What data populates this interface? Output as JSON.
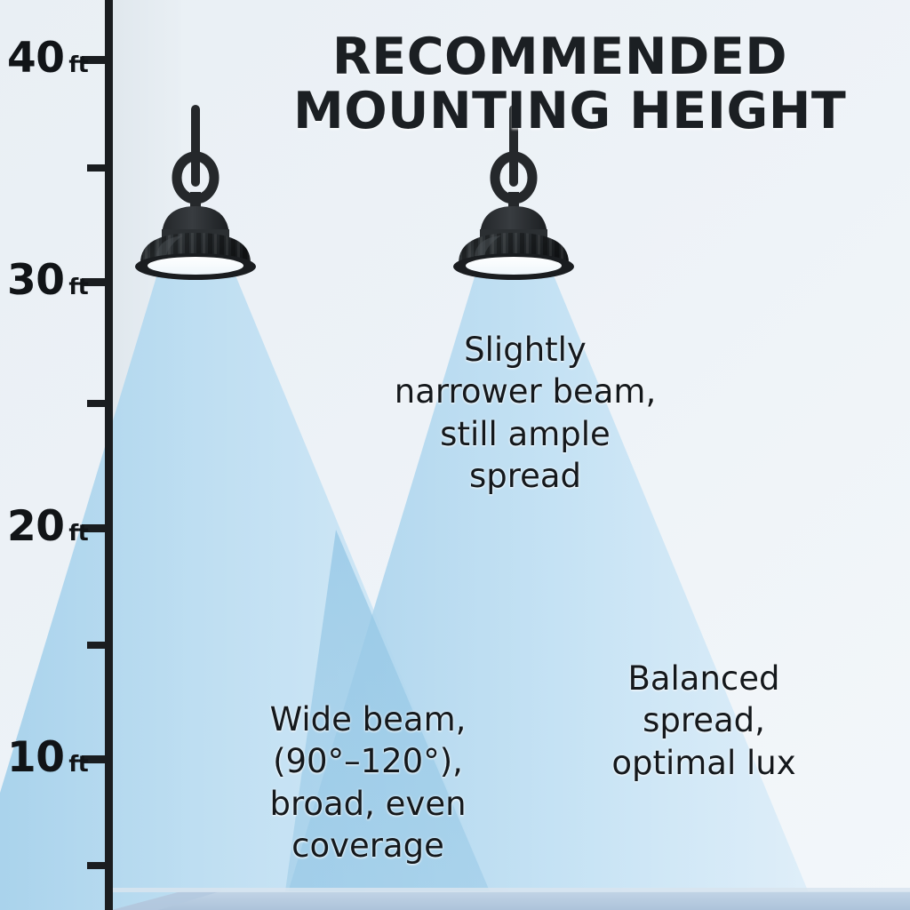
{
  "title": {
    "line1": "RECOMMENDED",
    "line2": "MOUNTING HEIGHT"
  },
  "axis": {
    "unit": "ft",
    "major_ticks": [
      {
        "value": "40",
        "unit": "ft"
      },
      {
        "value": "30",
        "unit": "ft"
      },
      {
        "value": "20",
        "unit": "ft"
      },
      {
        "value": "10",
        "unit": "ft"
      }
    ]
  },
  "captions": {
    "center": {
      "line1": "Slightly",
      "line2": "narrower beam,",
      "line3": "still ample",
      "line4": "spread"
    },
    "left": {
      "line1": "Wide beam,",
      "line2": "(90°–120°),",
      "line3": "broad, even",
      "line4": "coverage"
    },
    "right": {
      "line1": "Balanced",
      "line2": "spread,",
      "line3": "optimal lux"
    }
  },
  "fixtures": [
    {
      "name": "high-bay-lamp-left"
    },
    {
      "name": "high-bay-lamp-right"
    }
  ],
  "colors": {
    "background": "#eef3f7",
    "wall_panel": "#e3eaef",
    "beam_light": "#cfe6f6",
    "beam_mid": "#a8d2ec",
    "beam_overlap": "#8fc4e4",
    "floor": "#b9cde2",
    "axis_line": "#1a1d20",
    "text_dark": "#14181c",
    "lamp_body": "#232629",
    "lamp_aperture": "#ffffff"
  },
  "chart_data": {
    "type": "diagram",
    "title": "RECOMMENDED MOUNTING HEIGHT",
    "ylabel": "ft",
    "ylim": [
      0,
      42
    ],
    "yticks_major": [
      10,
      20,
      30,
      40
    ],
    "yticks_minor": [
      5,
      15,
      25,
      35
    ],
    "grid": false,
    "annotations": [
      {
        "text": "Wide beam, (90°–120°), broad, even coverage",
        "at_height_ft": 7
      },
      {
        "text": "Slightly narrower beam, still ample spread",
        "at_height_ft": 25
      },
      {
        "text": "Balanced spread, optimal lux",
        "at_height_ft": 9
      }
    ],
    "series": [
      {
        "name": "high-bay-lamp-left",
        "mount_height_ft": 31,
        "beam_angle_deg": [
          90,
          120
        ]
      },
      {
        "name": "high-bay-lamp-right",
        "mount_height_ft": 31,
        "beam_angle_deg": [
          90,
          120
        ]
      }
    ]
  }
}
